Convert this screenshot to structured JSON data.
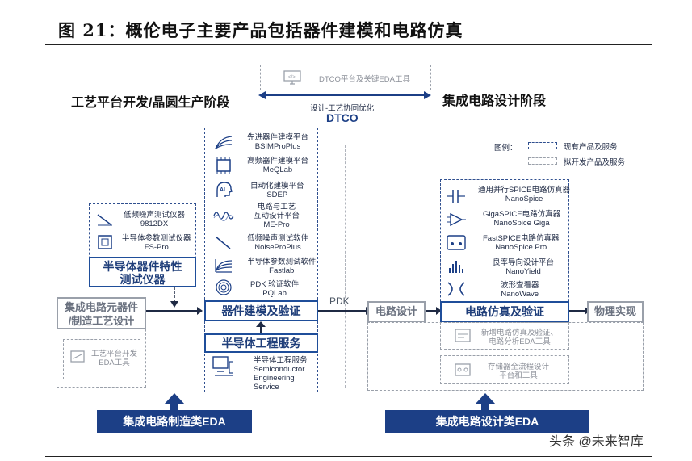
{
  "title": "图 21：概伦电子主要产品包括器件建模和电路仿真",
  "dtco": {
    "top_box_label": "DTCO平台及关键EDA工具",
    "left_heading": "工艺平台开发/晶圆生产阶段",
    "right_heading": "集成电路设计阶段",
    "arrow_label": "设计-工艺协同优化",
    "label": "DTCO"
  },
  "legend": {
    "title": "图例：",
    "existing": "现有产品及服务",
    "planned": "拟开发产品及服务"
  },
  "left_panel": {
    "items": [
      {
        "icon": "noise-tester-icon",
        "lines": [
          "低频噪声测试仪器",
          "9812DX"
        ]
      },
      {
        "icon": "parameter-tester-icon",
        "lines": [
          "半导体参数测试仪器",
          "FS-Pro"
        ]
      }
    ],
    "box_label": [
      "半导体器件特性",
      "测试仪器"
    ]
  },
  "left_column": {
    "box_label": [
      "集成电路元器件",
      "/制造工艺设计"
    ],
    "planned_tool": [
      "工艺平台开发",
      "EDA工具"
    ]
  },
  "center_panel": {
    "items": [
      {
        "icon": "device-modeling-icon",
        "lines": [
          "先进器件建模平台",
          "BSIMProPlus"
        ]
      },
      {
        "icon": "rf-chip-icon",
        "lines": [
          "高频器件建模平台",
          "MeQLab"
        ]
      },
      {
        "icon": "ai-head-icon",
        "lines": [
          "自动化建模平台",
          "SDEP"
        ]
      },
      {
        "icon": "waveform-icon",
        "lines": [
          "电路与工艺",
          "互动设计平台",
          "ME-Pro"
        ]
      },
      {
        "icon": "noise-curve-icon",
        "lines": [
          "低频噪声测试软件",
          "NoiseProPlus"
        ]
      },
      {
        "icon": "parameter-curve-icon",
        "lines": [
          "半导体参数测试软件",
          "Fastlab"
        ]
      },
      {
        "icon": "fingerprint-icon",
        "lines": [
          "PDK 验证软件",
          "PQLab"
        ]
      }
    ],
    "box_label": "器件建模及验证",
    "service_label": "半导体工程服务",
    "service_item": [
      "半导体工程服务",
      "Semiconductor",
      "Engineering",
      "Service"
    ]
  },
  "flow": {
    "pdk": "PDK",
    "circuit_design": "电路设计",
    "physical": "物理实现"
  },
  "right_panel": {
    "items": [
      {
        "icon": "spice-parallel-icon",
        "lines": [
          "通用并行SPICE电路仿真器",
          "NanoSpice"
        ]
      },
      {
        "icon": "spice-giga-icon",
        "lines": [
          "GigaSPICE电路仿真器",
          "NanoSpice Giga"
        ]
      },
      {
        "icon": "fastspice-icon",
        "lines": [
          "FastSPICE电路仿真器",
          "NanoSpice Pro"
        ]
      },
      {
        "icon": "yield-icon",
        "lines": [
          "良率导向设计平台",
          "NanoYield"
        ]
      },
      {
        "icon": "waveform-viewer-icon",
        "lines": [
          "波形查看器",
          "NanoWave"
        ]
      }
    ],
    "box_label": "电路仿真及验证",
    "planned_items": [
      {
        "icon": "sim-tool-icon",
        "lines": [
          "新增电路仿真及验证、",
          "电路分析EDA工具"
        ]
      },
      {
        "icon": "memory-icon",
        "lines": [
          "存储器全流程设计",
          "平台和工具"
        ]
      }
    ]
  },
  "banners": {
    "left": "集成电路制造类EDA",
    "right": "集成电路设计类EDA"
  },
  "watermark": "头条 @未来智库"
}
